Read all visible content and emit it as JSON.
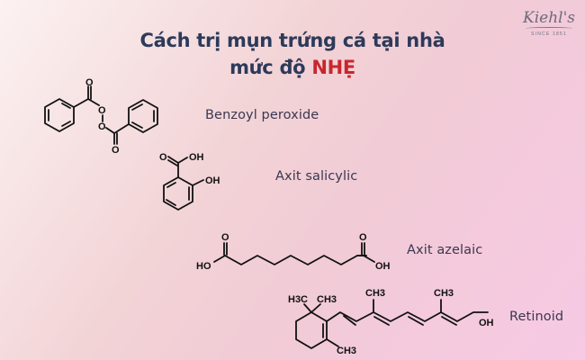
{
  "title": {
    "line1": "Cách trị mụn trứng cá tại nhà",
    "line2_prefix": "mức độ ",
    "line2_accent": "NHẸ",
    "color": "#2d3a5a",
    "accent_color": "#c8262c"
  },
  "logo": {
    "brand": "Kiehl's",
    "tagline": "SINCE 1851"
  },
  "compounds": [
    {
      "name": "Benzoyl peroxide",
      "structure_labels": [
        "O",
        "O",
        "O",
        "O"
      ]
    },
    {
      "name": "Axit salicylic",
      "structure_labels": [
        "O",
        "OH",
        "OH"
      ]
    },
    {
      "name": "Axit azelaic",
      "structure_labels": [
        "O",
        "HO",
        "O",
        "OH"
      ]
    },
    {
      "name": "Retinoid",
      "structure_labels": [
        "H3C",
        "CH3",
        "CH3",
        "CH3",
        "CH3",
        "OH"
      ]
    }
  ],
  "background": {
    "gradient_start": "#fcf2f1",
    "gradient_end": "#f7c9e4"
  }
}
